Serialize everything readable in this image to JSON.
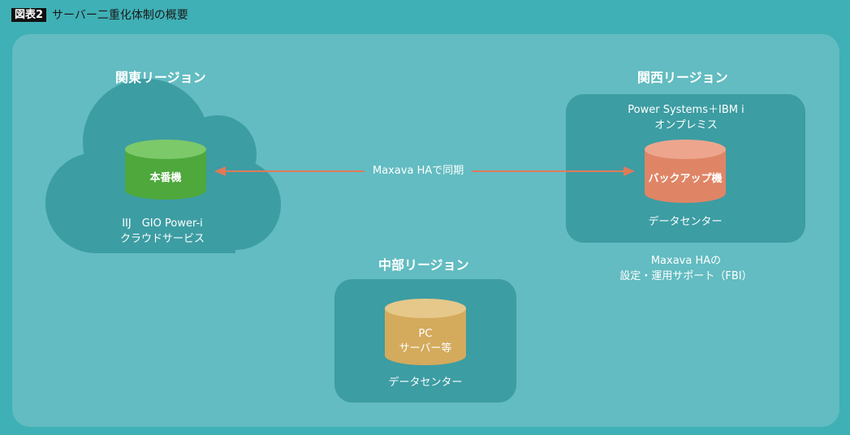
{
  "figure": {
    "badge": "図表2",
    "title": "サーバー二重化体制の概要"
  },
  "regions": {
    "kanto": {
      "title": "関東リージョン",
      "db_label": "本番機",
      "service_line1": "IIJ　GIO Power-i",
      "service_line2": "クラウドサービス"
    },
    "kansai": {
      "title": "関西リージョン",
      "system_line1": "Power Systems＋IBM i",
      "system_line2": "オンプレミス",
      "db_label": "バックアップ機",
      "datacenter": "データセンター",
      "support_line1": "Maxava HAの",
      "support_line2": "設定・運用サポート（FBI）"
    },
    "chubu": {
      "title": "中部リージョン",
      "db_line1": "PC",
      "db_line2": "サーバー等",
      "datacenter": "データセンター"
    }
  },
  "sync": {
    "label": "Maxava HAで同期"
  },
  "colors": {
    "background": "#3fb0b6",
    "panel": "#62bcc1",
    "cloud": "#3c9da3",
    "db_green": "#5ab646",
    "db_orange": "#e3896a",
    "db_tan": "#d9b064",
    "arrow": "#e07a5a"
  }
}
